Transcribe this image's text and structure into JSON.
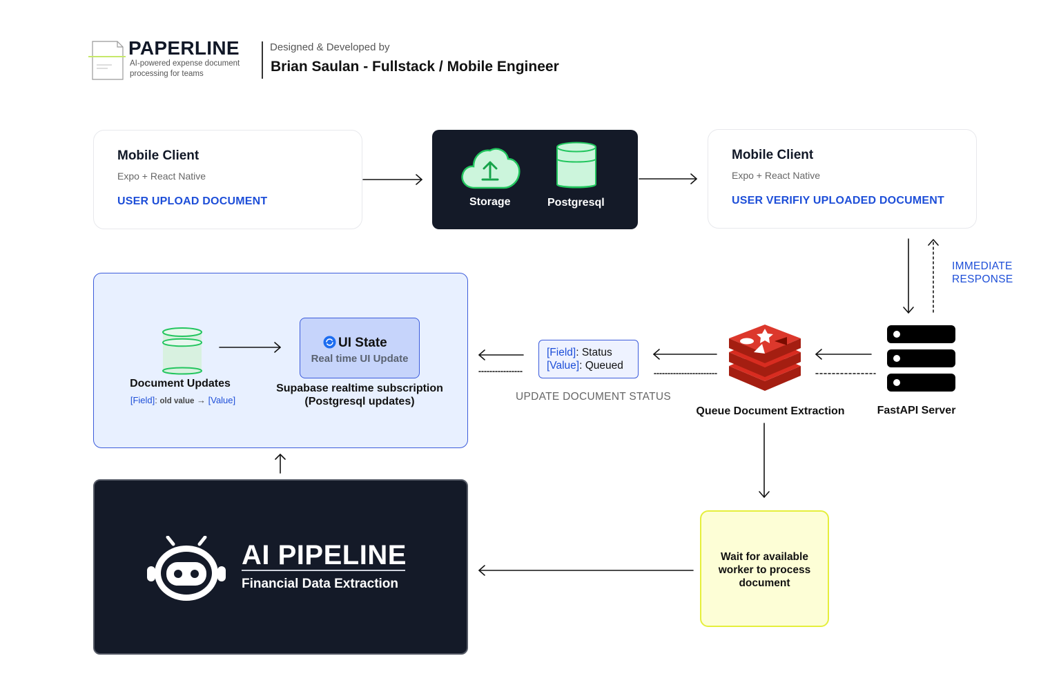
{
  "header": {
    "brand_name": "PAPERLINE",
    "brand_tagline": "AI-powered expense document processing for teams",
    "credit_prefix": "Designed & Developed by",
    "credit_name": "Brian Saulan - Fullstack / Mobile Engineer"
  },
  "upload_client": {
    "title": "Mobile Client",
    "subtitle": "Expo + React Native",
    "action": "USER UPLOAD DOCUMENT"
  },
  "backend": {
    "storage_label": "Storage",
    "db_label": "Postgresql"
  },
  "verify_client": {
    "title": "Mobile Client",
    "subtitle": "Expo + React Native",
    "action": "USER VERIFIY UPLOADED DOCUMENT"
  },
  "immediate_response": "IMMEDIATE RESPONSE",
  "realtime": {
    "doc_updates_label": "Document Updates",
    "doc_updates_field": "[Field]",
    "doc_updates_sep": ":",
    "doc_updates_old": "old value",
    "doc_updates_arrow": "→",
    "doc_updates_value": "[Value]",
    "ui_state_title": "UI State",
    "ui_state_sub": "Real time UI Update",
    "subscription_line1": "Supabase realtime subscription",
    "subscription_line2": "(Postgresql updates)"
  },
  "status_update": {
    "field_key": "[Field]",
    "field_val": ": Status",
    "value_key": "[Value]",
    "value_val": ": Queued",
    "caption": "UPDATE DOCUMENT STATUS"
  },
  "queue_label": "Queue Document Extraction",
  "server_label": "FastAPI Server",
  "ai_pipeline": {
    "title": "AI PIPELINE",
    "subtitle": "Financial Data Extraction"
  },
  "worker": {
    "text": "Wait for available worker to process document"
  },
  "colors": {
    "accent_blue": "#1d4ed8",
    "dark": "#141a28",
    "db_green": "#22c55e",
    "redis_red": "#dc2626",
    "yellow_border": "#e5ef3c"
  }
}
